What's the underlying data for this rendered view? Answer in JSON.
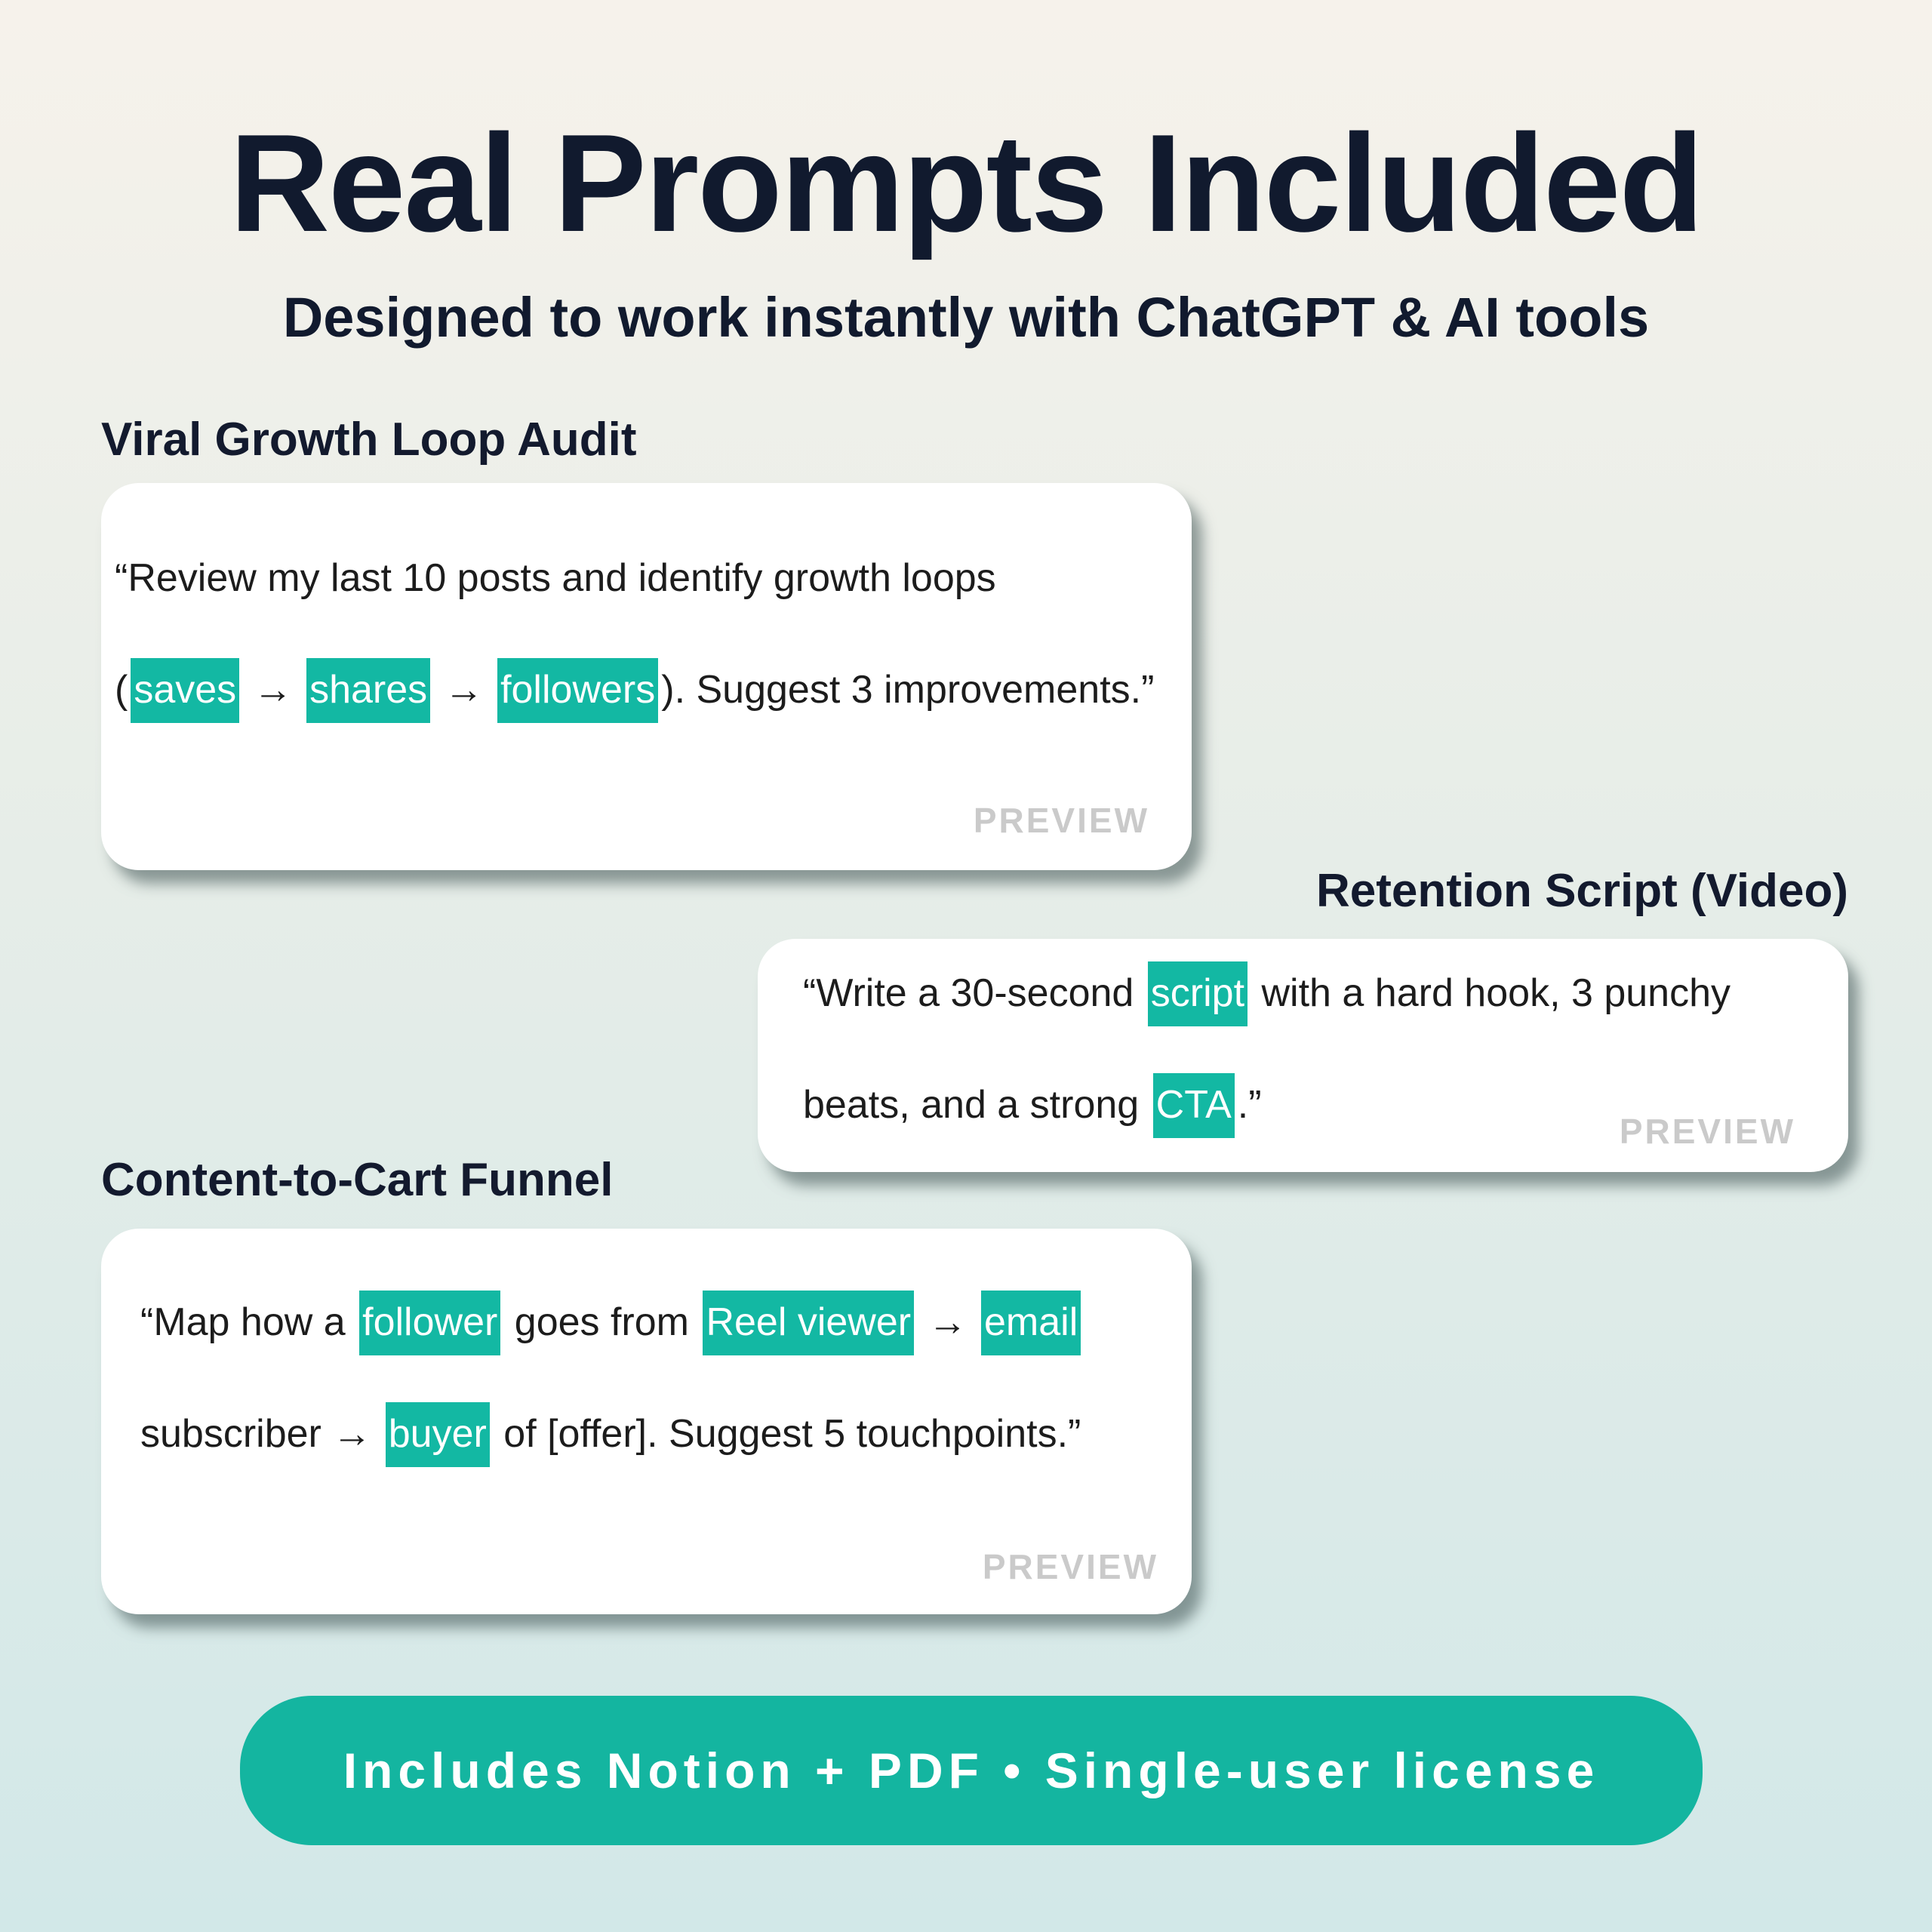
{
  "title": "Real Prompts Included",
  "subtitle": "Designed to work instantly with ChatGPT & AI tools",
  "accent_color": "#13b8a3",
  "cards": [
    {
      "heading": "Viral Growth Loop Audit",
      "lines": [
        [
          {
            "t": "“Review my last 10 posts and identify growth loops"
          }
        ],
        [
          {
            "t": "("
          },
          {
            "t": "saves",
            "hl": true
          },
          {
            "t": " → "
          },
          {
            "t": "shares",
            "hl": true
          },
          {
            "t": " → "
          },
          {
            "t": "followers",
            "hl": true
          },
          {
            "t": "). Suggest 3 improvements.”"
          }
        ]
      ],
      "badge": "PREVIEW"
    },
    {
      "heading": "Retention Script (Video)",
      "lines": [
        [
          {
            "t": "“Write a 30-second "
          },
          {
            "t": "script",
            "hl": true
          },
          {
            "t": " with a hard hook, 3 punchy"
          }
        ],
        [
          {
            "t": "beats, and a strong "
          },
          {
            "t": "CTA",
            "hl": true
          },
          {
            "t": ".”"
          }
        ]
      ],
      "badge": "PREVIEW"
    },
    {
      "heading": "Content-to-Cart Funnel",
      "lines": [
        [
          {
            "t": "“Map how a "
          },
          {
            "t": "follower",
            "hl": true
          },
          {
            "t": " goes from "
          },
          {
            "t": "Reel viewer",
            "hl": true
          },
          {
            "t": " → "
          },
          {
            "t": "email",
            "hl": true
          }
        ],
        [
          {
            "t": "subscriber → "
          },
          {
            "t": "buyer",
            "hl": true
          },
          {
            "t": " of [offer]. Suggest 5 touchpoints.”"
          }
        ]
      ],
      "badge": "PREVIEW"
    }
  ],
  "footer": "Includes Notion + PDF • Single-user license"
}
